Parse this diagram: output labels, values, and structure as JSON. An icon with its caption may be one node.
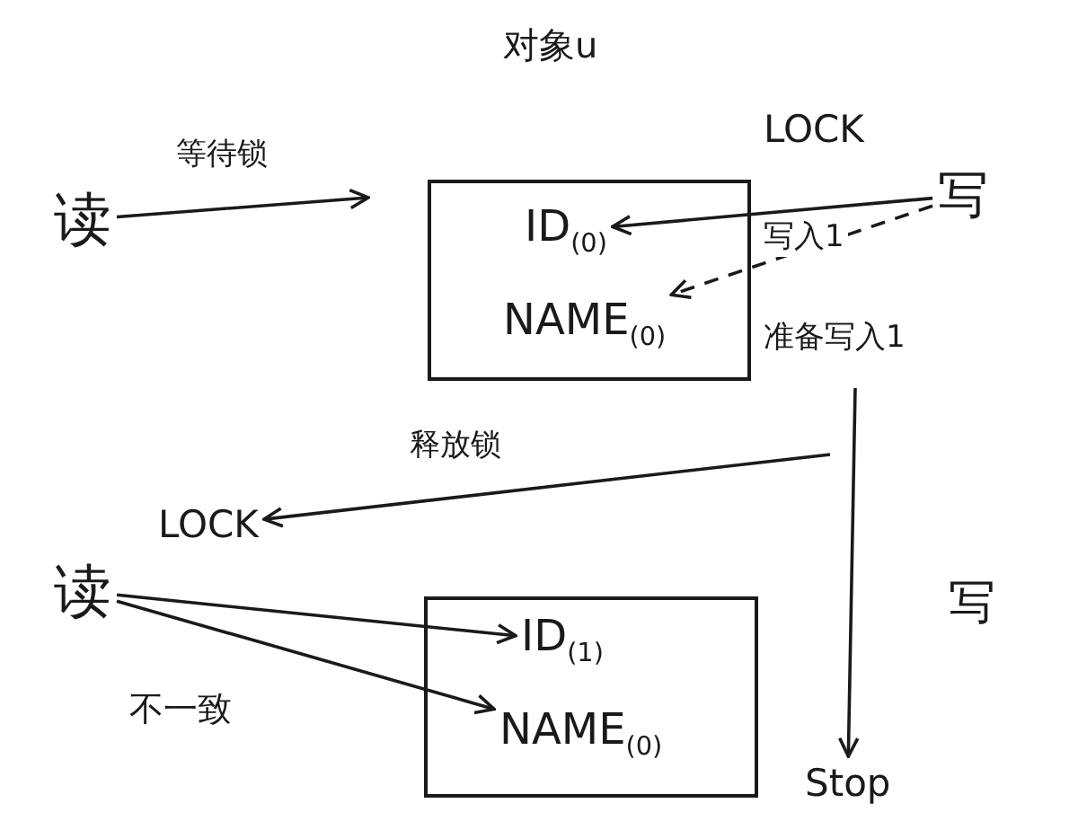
{
  "diagram": {
    "title": "对象u",
    "nodes": [
      {
        "text": [
          "读"
        ]
      },
      {
        "text": [],
        "shape": "box"
      },
      {
        "text": [
          "ID$_{(0)}$"
        ],
        "in": 1
      },
      {
        "text": [
          "NAME$_{(0)}$"
        ],
        "in": 1
      },
      {
        "text": [
          "写"
        ]
      },
      {
        "text": [
          "读"
        ]
      },
      {
        "text": [],
        "shape": "box"
      },
      {
        "text": [
          "ID$_{(1)}$"
        ],
        "in": 6
      },
      {
        "text": [
          "NAME$_{(0)}$"
        ],
        "in": 6
      },
      {
        "text": [
          "Stop"
        ]
      },
      {
        "text": [
          "LOCK"
        ]
      }
    ],
    "edges": [
      {
        "from": 0,
        "to": null,
        "arrow": "to",
        "label": "等待锁"
      },
      {
        "from": 4,
        "to": 2,
        "arrow": "to",
        "label": "写入1"
      },
      {
        "from": 4,
        "to": 3,
        "arrow": "to",
        "label": "准备写入1",
        "style": "dashed"
      },
      {
        "from": null,
        "to": 9,
        "arrow": "to"
      },
      {
        "from": null,
        "to": 10,
        "arrow": "to",
        "label": "释放锁"
      },
      {
        "from": 5,
        "to": 7,
        "arrow": "to"
      },
      {
        "from": 5,
        "to": 8,
        "arrow": "to"
      }
    ],
    "labels": [
      "LOCK",
      "写",
      "不一致"
    ]
  }
}
